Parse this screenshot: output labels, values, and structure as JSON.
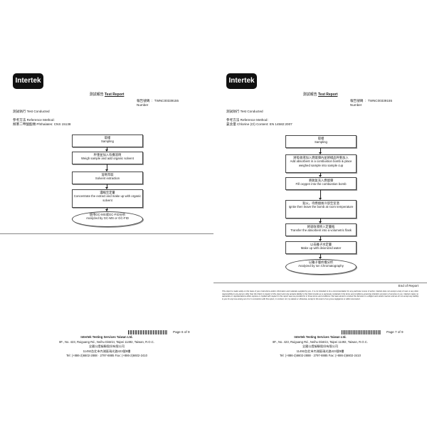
{
  "pages": [
    {
      "logo": "Intertek",
      "title_zh": "測試報告",
      "title_en": "Test Report",
      "number_label_zh": "報告號碼",
      "number_label_en": "Number",
      "number_sep": ":",
      "number": "TWNC00339155",
      "test_conducted": "測試執行 Test Conducted",
      "reference_label": "參考方法 Reference Method:",
      "reference_value": "鄰苯二甲酸酯類 Phthalates: CNS 15138",
      "steps": [
        {
          "zh": "取樣",
          "en": "Sampling"
        },
        {
          "zh": "秤重並加入有機溶劑",
          "en": "Weigh sample and add organic solvent"
        },
        {
          "zh": "溶劑萃取",
          "en": "Solvent extraction"
        },
        {
          "zh": "濃縮至定量",
          "en": "Concentrate the extract and make up with organic solvent"
        },
        {
          "zh": "使用GC-MS或GC-FID分析",
          "en": "Analyzed by GC-MS or GC-FID",
          "oval": true
        }
      ],
      "page_label": "Page 6 of 9",
      "footer": {
        "company": "Intertek Testing Services Taiwan Ltd.",
        "address": "8F., No. 423, Ruiguang Rd., Neihu District, Taipei 11492, Taiwan, R.O.C.",
        "company_zh": "全國公證檢驗股份有限公司",
        "address_zh": "11492台北市內湖區瑞光路423號8樓",
        "phone": "Tel: (+886-2)6602-2888 · 2797-8885   Fax: (+886-2)6602-2410"
      }
    },
    {
      "logo": "Intertek",
      "title_zh": "測試報告",
      "title_en": "Test Report",
      "number_label_zh": "報告號碼",
      "number_label_en": "Number",
      "number_sep": ":",
      "number": "TWNC00339155",
      "test_conducted": "測試執行 Test Conducted",
      "reference_label": "參考方法 Reference Method:",
      "reference_value": "氯含量 Chlorine (Cl) Content: EN 14582:2007",
      "steps": [
        {
          "zh": "取樣",
          "en": "Sampling"
        },
        {
          "zh": "將吸收液加入燃燒彈內並將樣品秤重加入",
          "en": "Add absorbent in a combustion bomb & place weighed sample into sample cup"
        },
        {
          "zh": "將氧氣充入燃燒彈",
          "en": "Fill oxygen into the combustion bomb"
        },
        {
          "zh": "點火，待燃燒後冷卻至室溫",
          "en": "Ignite then leave the bomb at room temperature"
        },
        {
          "zh": "將吸收液移入定量瓶",
          "en": "Transfer the absorbent into a volumetric flask"
        },
        {
          "zh": "以去離子水定量",
          "en": "Make up with deionized water"
        },
        {
          "zh": "以離子層析儀分析",
          "en": "Analyzed by Ion Chromatography",
          "oval": true
        }
      ],
      "end_of_report": "End of Report",
      "disclaimer": "This report is made solely on the basis of your instructions and/or information and materials supplied by you. It is not intended to be a recommendation for any particular course of action. Intertek does not accept a duty of care or any other responsibility to any person other than the Client in respect of this report and only accepts liability to the Client insofar as is expressly contained in the terms and conditions governing Intertek's provision of services to you. Intertek makes no warranties or representations either express or implied with respect to this report save as provided for in those terms and conditions. We have aimed to conduct the Services in a diligent and careful manner and we do not accept any liability to you for any loss arising out of or in connection with this report, in contract, tort, by statute or otherwise, except in the event of our gross negligence or wilful misconduct.",
      "page_label": "Page 7 of 9",
      "footer": {
        "company": "Intertek Testing Services Taiwan Ltd.",
        "address": "8F., No. 423, Ruiguang Rd., Neihu District, Taipei 11492, Taiwan, R.O.C.",
        "company_zh": "全國公證檢驗股份有限公司",
        "address_zh": "11492台北市內湖區瑞光路423號8樓",
        "phone": "Tel: (+886-2)6602-2888 · 2797-8885   Fax: (+886-2)6602-2410"
      }
    }
  ]
}
